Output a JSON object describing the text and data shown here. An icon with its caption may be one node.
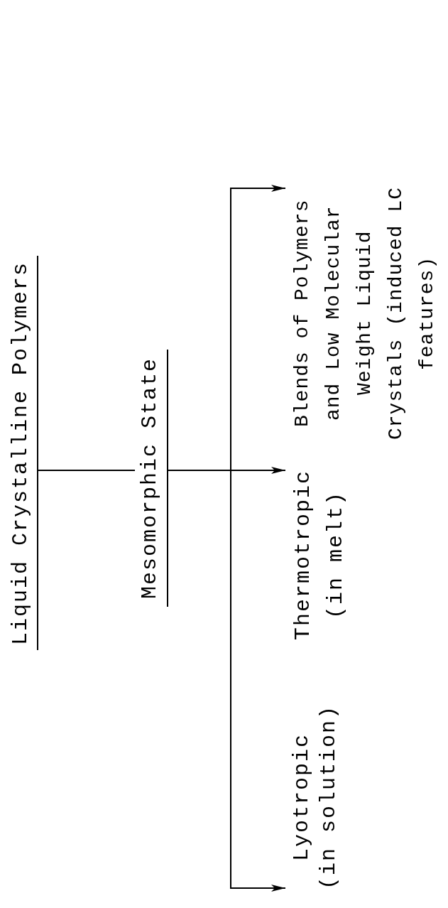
{
  "diagram": {
    "nodes": [
      {
        "text": [
          "Liquid Crystalline Polymers"
        ]
      },
      {
        "text": [
          "Mesomorphic State"
        ]
      },
      {
        "text": [
          "Lyotropic",
          "(in solution)"
        ]
      },
      {
        "text": [
          "Thermotropic",
          "(in melt)"
        ]
      },
      {
        "text": [
          "Blends of Polymers and Low Molecular Weight Liquid Crystals (induced LC features)"
        ]
      }
    ],
    "edges": [
      {
        "from": 0,
        "to": 1,
        "arrow": "none"
      },
      {
        "from": 1,
        "to": 2,
        "arrow": "to"
      },
      {
        "from": 1,
        "to": 3,
        "arrow": "to"
      },
      {
        "from": 1,
        "to": 4,
        "arrow": "to"
      }
    ]
  }
}
